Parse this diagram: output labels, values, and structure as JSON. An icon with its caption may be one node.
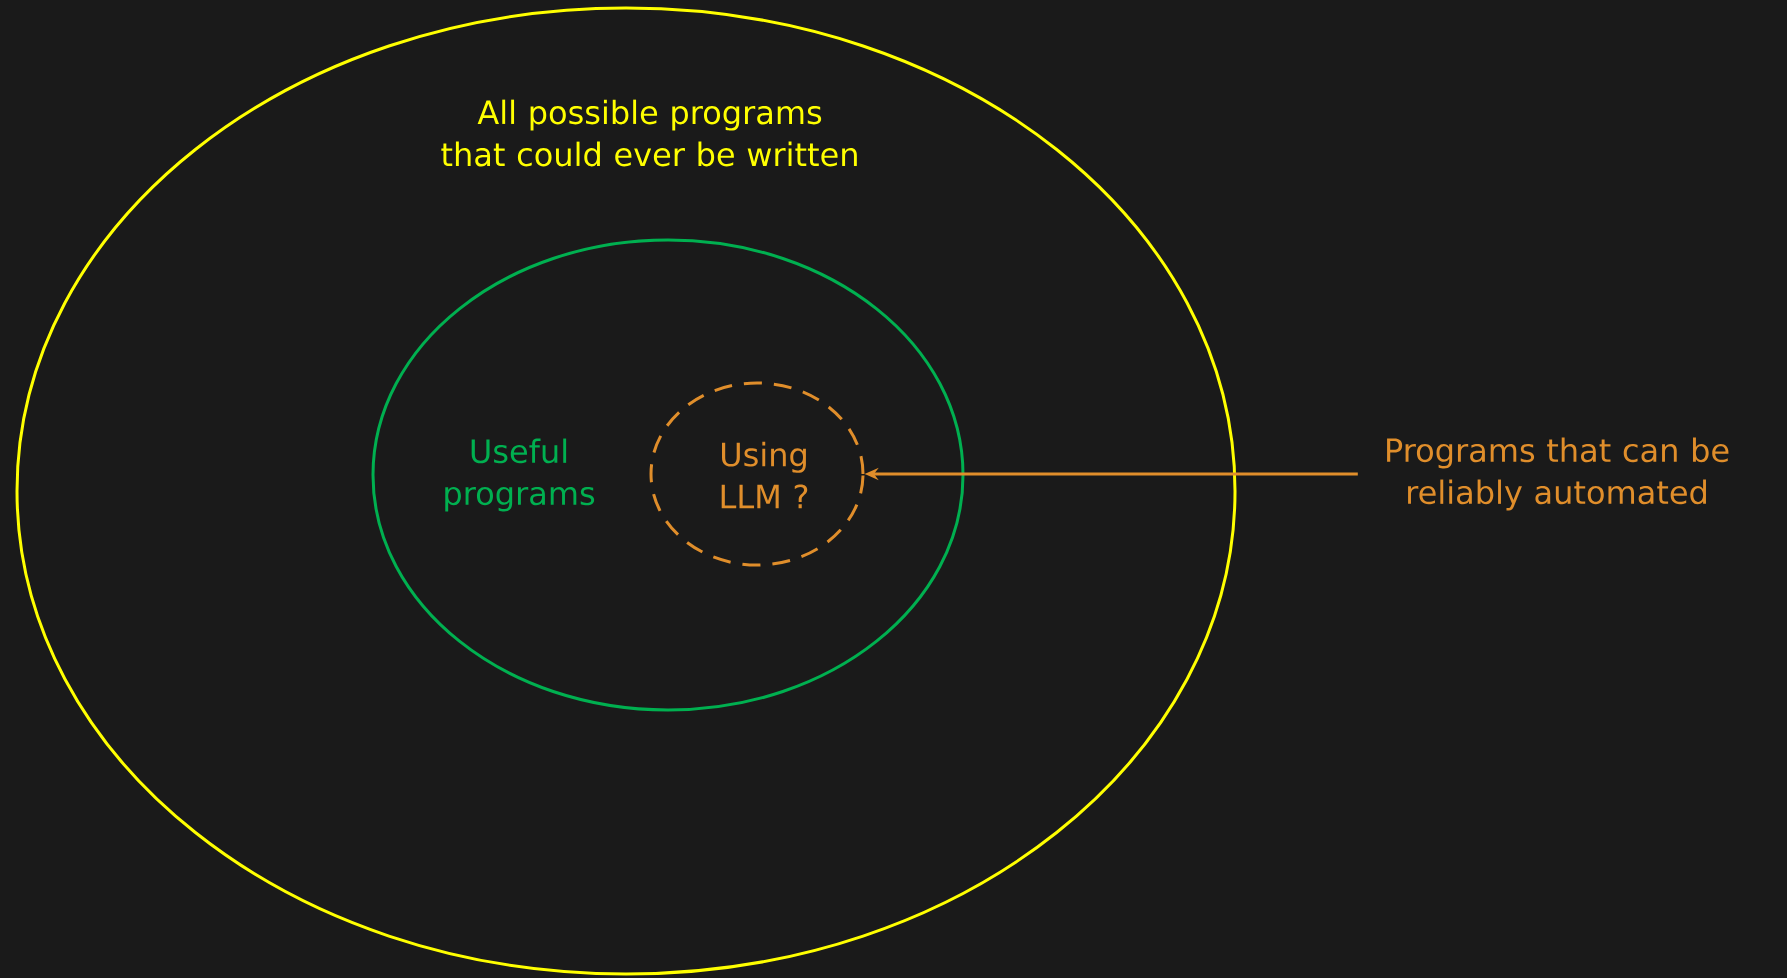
{
  "diagram": {
    "nodes": [
      {
        "text": [
          "All possible programs that could ever be written"
        ]
      },
      {
        "text": [
          "Useful programs"
        ],
        "in": 0
      },
      {
        "text": [
          "Using LLM ?"
        ],
        "in": 1
      },
      {
        "text": [
          "Programs that can be reliably automated"
        ]
      }
    ],
    "edges": [
      {
        "from": 3,
        "to": 2,
        "arrow": "to",
        "color": "#e08e2b"
      }
    ]
  }
}
